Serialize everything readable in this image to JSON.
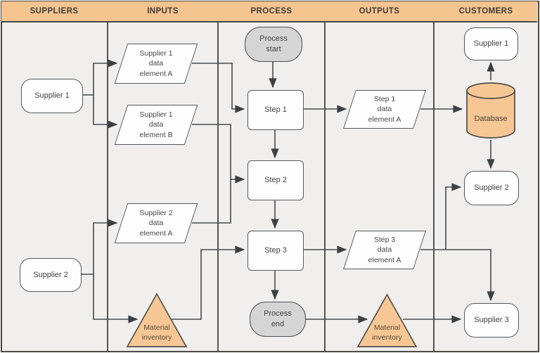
{
  "diagram_type": "SIPOC process flow diagram",
  "colors": {
    "header_fill": "#f5c48f",
    "accent_orange": "#f6c795",
    "stadium_gray": "#d5d5d5",
    "shape_white": "#fdfdfd",
    "line": "#474a4d",
    "lane_background": "#f0efed"
  },
  "columns": [
    {
      "label": "SUPPLIERS"
    },
    {
      "label": "INPUTS"
    },
    {
      "label": "PROCESS"
    },
    {
      "label": "OUTPUTS"
    },
    {
      "label": "CUSTOMERS"
    }
  ],
  "nodes": {
    "src_supplier1": {
      "label": "Supplier 1",
      "shape": "rounded"
    },
    "src_supplier2": {
      "label": "Supplier 2",
      "shape": "rounded"
    },
    "input_s1_a": {
      "label": "Supplier 1\ndata\nelement A",
      "shape": "parallelogram"
    },
    "input_s1_b": {
      "label": "Supplier 1\ndata\nelement B",
      "shape": "parallelogram"
    },
    "input_s2_a": {
      "label": "Supplier 2\ndata\nelement A",
      "shape": "parallelogram"
    },
    "input_material": {
      "label": "Material\ninventory",
      "shape": "triangle"
    },
    "process_start": {
      "label": "Process\nstart",
      "shape": "stadium"
    },
    "step1": {
      "label": "Step 1",
      "shape": "rect"
    },
    "step2": {
      "label": "Step 2",
      "shape": "rect"
    },
    "step3": {
      "label": "Step 3",
      "shape": "rect"
    },
    "process_end": {
      "label": "Process\nend",
      "shape": "stadium"
    },
    "output_step1_a": {
      "label": "Step 1\ndata\nelement A",
      "shape": "parallelogram"
    },
    "output_step3_a": {
      "label": "Step 3\ndata\nelement A",
      "shape": "parallelogram"
    },
    "output_material": {
      "label": "Material\ninventory",
      "shape": "triangle"
    },
    "cust_supplier1": {
      "label": "Supplier 1",
      "shape": "rounded"
    },
    "database": {
      "label": "Database",
      "shape": "cylinder"
    },
    "cust_supplier2": {
      "label": "Supplier 2",
      "shape": "rounded"
    },
    "cust_supplier3": {
      "label": "Supplier 3",
      "shape": "rounded"
    }
  },
  "edges": [
    {
      "from": "src_supplier1",
      "to": "input_s1_a"
    },
    {
      "from": "src_supplier1",
      "to": "input_s1_b"
    },
    {
      "from": "src_supplier2",
      "to": "input_s2_a"
    },
    {
      "from": "src_supplier2",
      "to": "input_material"
    },
    {
      "from": "input_s1_a",
      "to": "step1"
    },
    {
      "from": "input_s1_b",
      "to": "step2"
    },
    {
      "from": "input_s2_a",
      "to": "step2"
    },
    {
      "from": "input_material",
      "to": "step3"
    },
    {
      "from": "process_start",
      "to": "step1"
    },
    {
      "from": "step1",
      "to": "step2"
    },
    {
      "from": "step2",
      "to": "step3"
    },
    {
      "from": "step3",
      "to": "process_end"
    },
    {
      "from": "step1",
      "to": "output_step1_a"
    },
    {
      "from": "step3",
      "to": "output_step3_a"
    },
    {
      "from": "process_end",
      "to": "output_material"
    },
    {
      "from": "output_step1_a",
      "to": "database"
    },
    {
      "from": "database",
      "to": "cust_supplier1"
    },
    {
      "from": "database",
      "to": "cust_supplier2"
    },
    {
      "from": "output_step3_a",
      "to": "cust_supplier2"
    },
    {
      "from": "output_step3_a",
      "to": "cust_supplier3"
    },
    {
      "from": "output_material",
      "to": "cust_supplier3"
    }
  ]
}
